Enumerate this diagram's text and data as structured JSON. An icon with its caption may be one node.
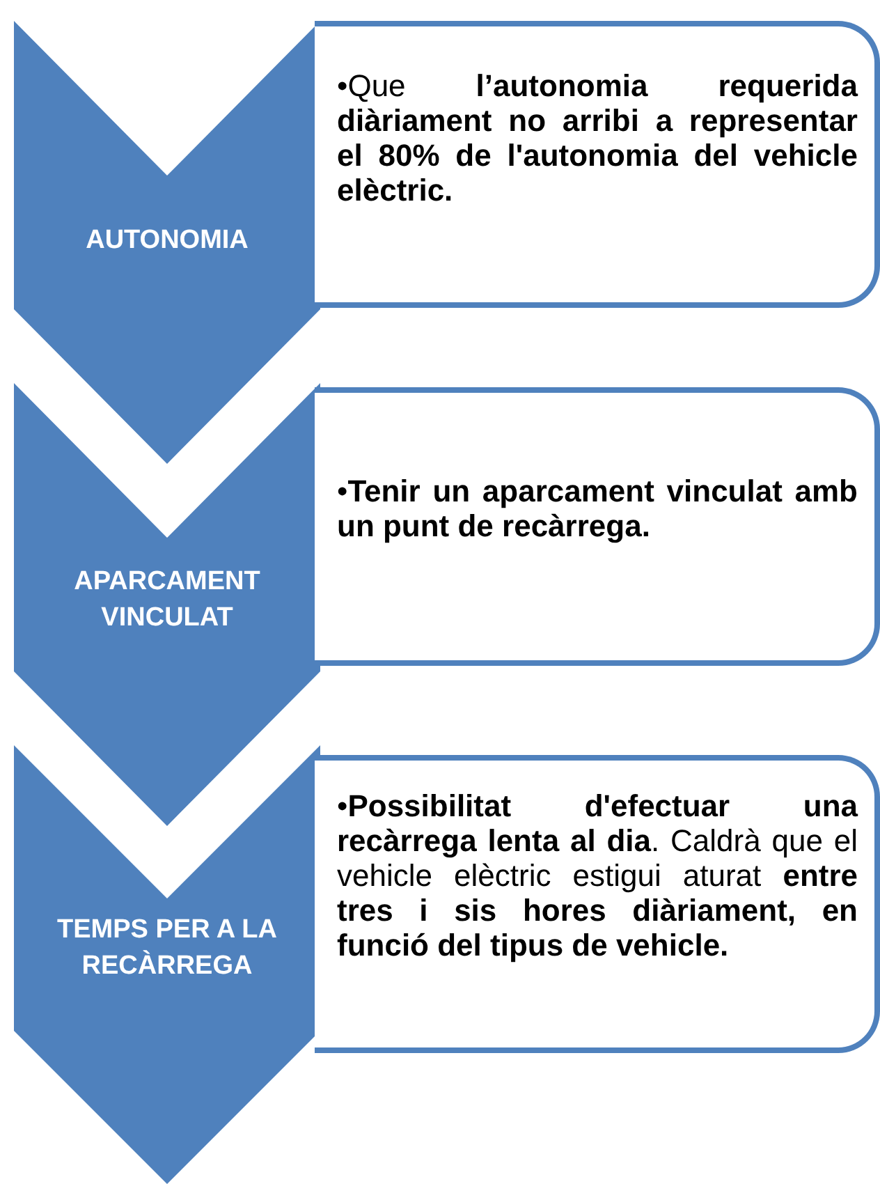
{
  "diagram": {
    "nodes": [
      {
        "text": [
          "AUTONOMIA"
        ]
      },
      {
        "text": [
          "•Que **l’autonomia requerida diàriament no arribi a representar el 80% de l'autonomia del vehicle elèctric.**"
        ]
      },
      {
        "text": [
          "APARCAMENT VINCULAT"
        ]
      },
      {
        "text": [
          "•**Tenir un aparcament vinculat amb un punt de recàrrega.**"
        ]
      },
      {
        "text": [
          "TEMPS PER A LA RECÀRREGA"
        ]
      },
      {
        "text": [
          "•**Possibilitat d'efectuar una recàrrega lenta al dia**. Caldrà que el vehicle elèctric estigui aturat **entre tres i sis hores diàriament, en funció del tipus de vehicle.**"
        ]
      }
    ],
    "edges": []
  }
}
